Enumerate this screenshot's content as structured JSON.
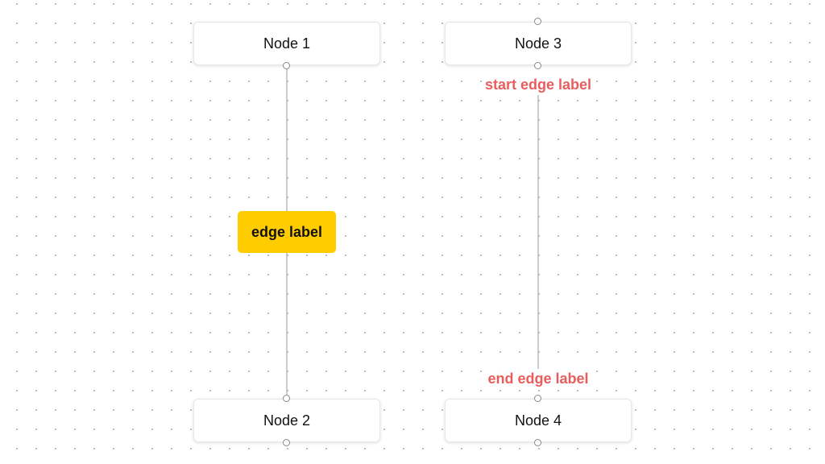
{
  "flow": {
    "nodes": {
      "node1": {
        "label": "Node 1"
      },
      "node2": {
        "label": "Node 2"
      },
      "node3": {
        "label": "Node 3"
      },
      "node4": {
        "label": "Node 4"
      }
    },
    "edges": {
      "edge1": {
        "label": "edge label",
        "label_bg": "#ffcc00"
      },
      "edge2": {
        "start_label": "start edge label",
        "end_label": "end edge label",
        "label_color": "#e85d5d"
      }
    },
    "colors": {
      "edge_stroke": "#b1b1b7",
      "background_dots": "#b8b8b8"
    }
  }
}
